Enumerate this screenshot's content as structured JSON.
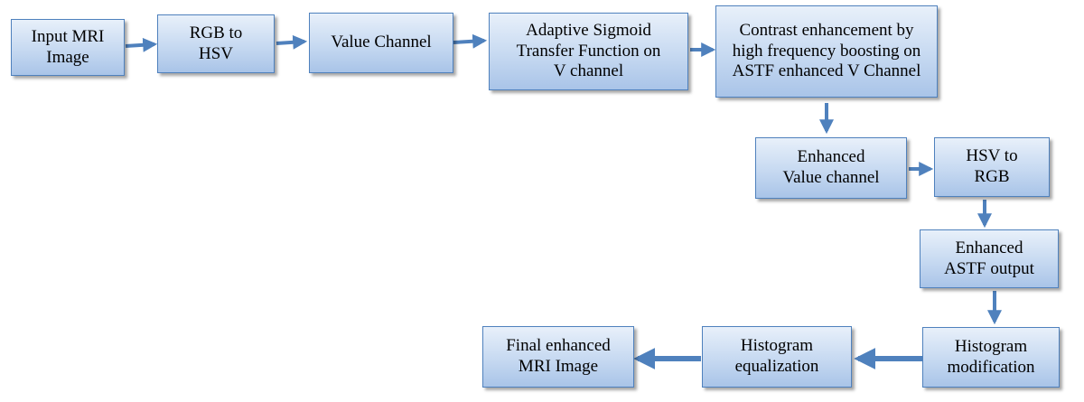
{
  "diagram": {
    "nodes": [
      {
        "id": "input-mri-image",
        "label": "Input MRI\nImage"
      },
      {
        "id": "rgb-to-hsv",
        "label": "RGB to\nHSV"
      },
      {
        "id": "value-channel",
        "label": "Value Channel"
      },
      {
        "id": "astf-on-v-channel",
        "label": "Adaptive Sigmoid\nTransfer Function on\nV channel"
      },
      {
        "id": "contrast-enhancement",
        "label": "Contrast enhancement by\nhigh frequency boosting on\nASTF enhanced V Channel"
      },
      {
        "id": "enhanced-value-channel",
        "label": "Enhanced\nValue channel"
      },
      {
        "id": "hsv-to-rgb",
        "label": "HSV to\nRGB"
      },
      {
        "id": "enhanced-astf-output",
        "label": "Enhanced\nASTF output"
      },
      {
        "id": "histogram-modification",
        "label": "Histogram\nmodification"
      },
      {
        "id": "histogram-equalization",
        "label": "Histogram\nequalization"
      },
      {
        "id": "final-enhanced-mri-image",
        "label": "Final enhanced\nMRI Image"
      }
    ],
    "edges": [
      {
        "from": "input-mri-image",
        "to": "rgb-to-hsv"
      },
      {
        "from": "rgb-to-hsv",
        "to": "value-channel"
      },
      {
        "from": "value-channel",
        "to": "astf-on-v-channel"
      },
      {
        "from": "astf-on-v-channel",
        "to": "contrast-enhancement"
      },
      {
        "from": "contrast-enhancement",
        "to": "enhanced-value-channel"
      },
      {
        "from": "enhanced-value-channel",
        "to": "hsv-to-rgb"
      },
      {
        "from": "hsv-to-rgb",
        "to": "enhanced-astf-output"
      },
      {
        "from": "enhanced-astf-output",
        "to": "histogram-modification"
      },
      {
        "from": "histogram-modification",
        "to": "histogram-equalization"
      },
      {
        "from": "histogram-equalization",
        "to": "final-enhanced-mri-image"
      }
    ],
    "colors": {
      "box_border": "#4f81bd",
      "box_fill": "#c6d9f1",
      "arrow": "#4f81bd"
    }
  }
}
